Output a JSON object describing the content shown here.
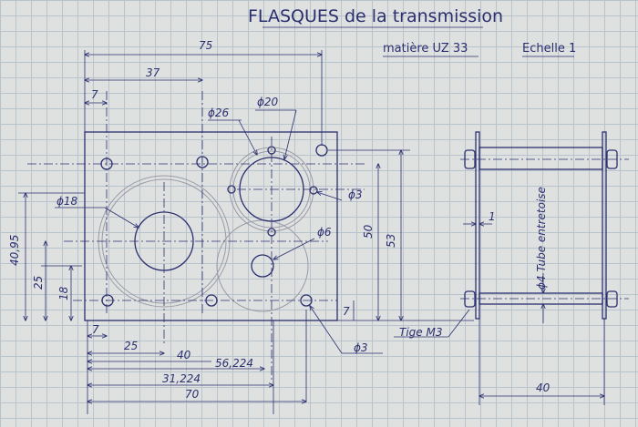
{
  "title": "FLASQUES de la transmission",
  "material": "matière UZ 33",
  "scale": "Echelle 1",
  "front_view": {
    "dims_top": {
      "d75": "75",
      "d37": "37",
      "d7": "7"
    },
    "diameters": {
      "d26": "ϕ26",
      "d20": "ϕ20",
      "d3_top": "ϕ3",
      "d6": "ϕ6",
      "d18": "ϕ18",
      "d3_bottom": "ϕ3"
    },
    "dims_right": {
      "d50": "50",
      "d53": "53",
      "d7": "7"
    },
    "dims_left": {
      "d40_95": "40,95",
      "d25": "25",
      "d18": "18"
    },
    "dims_bottom": {
      "d7": "7",
      "d25": "25",
      "d40": "40",
      "d56_224": "56,224",
      "d31_224": "31,224",
      "d70": "70"
    },
    "rod_label": "Tige M3"
  },
  "side_view": {
    "thickness": "1",
    "tube_label": "ϕ4 Tube entretoise",
    "width": "40"
  },
  "colors": {
    "ink": "#2b2f6e",
    "paper": "#dfe1e1",
    "grid": "#b9c3cc"
  }
}
